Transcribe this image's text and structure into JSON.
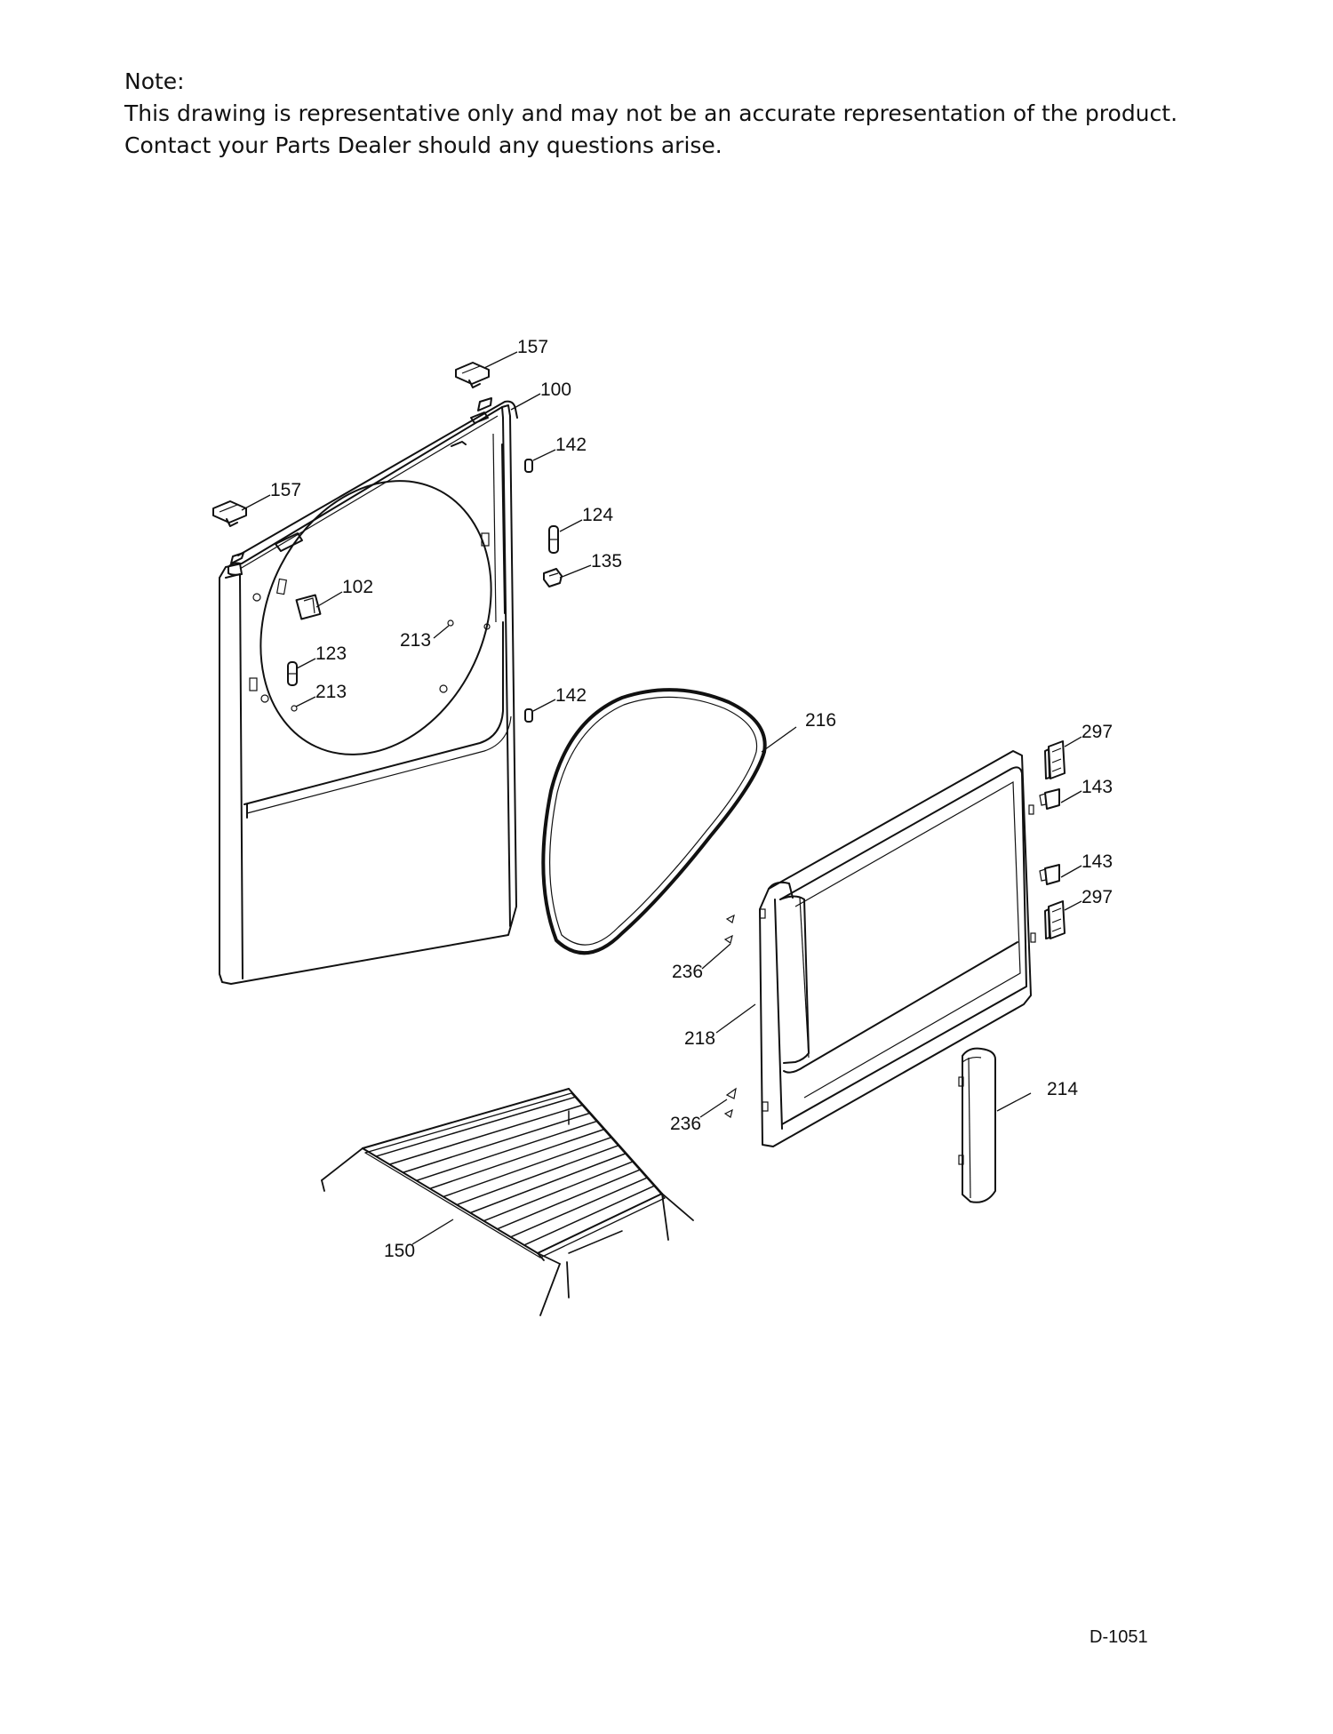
{
  "note": {
    "heading": "Note:",
    "line1": "This drawing is representative only and may not be an accurate representation of the product.",
    "line2": "Contact your Parts Dealer should any questions arise."
  },
  "callouts": [
    {
      "id": "c157a",
      "text": "157"
    },
    {
      "id": "c100",
      "text": "100"
    },
    {
      "id": "c142a",
      "text": "142"
    },
    {
      "id": "c157b",
      "text": "157"
    },
    {
      "id": "c124",
      "text": "124"
    },
    {
      "id": "c135",
      "text": "135"
    },
    {
      "id": "c102",
      "text": "102"
    },
    {
      "id": "c213a",
      "text": "213"
    },
    {
      "id": "c123",
      "text": "123"
    },
    {
      "id": "c213b",
      "text": "213"
    },
    {
      "id": "c142b",
      "text": "142"
    },
    {
      "id": "c216",
      "text": "216"
    },
    {
      "id": "c297a",
      "text": "297"
    },
    {
      "id": "c143a",
      "text": "143"
    },
    {
      "id": "c143b",
      "text": "143"
    },
    {
      "id": "c297b",
      "text": "297"
    },
    {
      "id": "c236a",
      "text": "236"
    },
    {
      "id": "c218",
      "text": "218"
    },
    {
      "id": "c214",
      "text": "214"
    },
    {
      "id": "c236b",
      "text": "236"
    },
    {
      "id": "c150",
      "text": "150"
    }
  ],
  "diagram_code": "D-1051"
}
